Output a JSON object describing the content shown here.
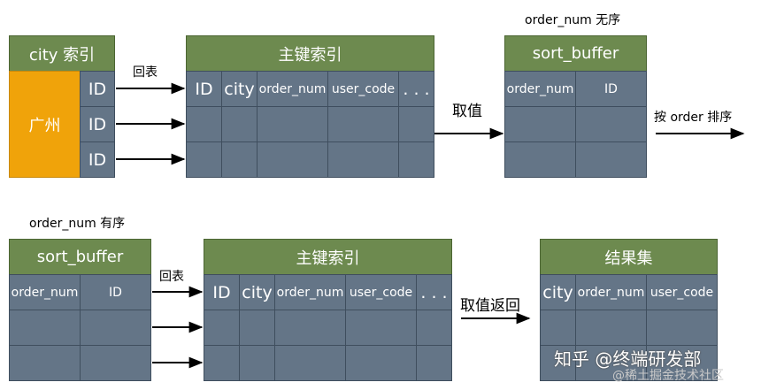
{
  "top": {
    "city_index": {
      "title": "city 索引",
      "value": "广州",
      "id_labels": [
        "ID",
        "ID",
        "ID"
      ]
    },
    "label_huibiao": "回表",
    "pk_index": {
      "title": "主键索引",
      "columns": [
        "ID",
        "city",
        "order_num",
        "user_code",
        ". . ."
      ]
    },
    "label_quzhi": "取值",
    "sort_buffer": {
      "note": "order_num 无序",
      "title": "sort_buffer",
      "columns": [
        "order_num",
        "ID"
      ]
    },
    "label_sort": "按 order 排序"
  },
  "bottom": {
    "sort_buffer": {
      "note": "order_num 有序",
      "title": "sort_buffer",
      "columns": [
        "order_num",
        "ID"
      ]
    },
    "label_huibiao": "回表",
    "pk_index": {
      "title": "主键索引",
      "columns": [
        "ID",
        "city",
        "order_num",
        "user_code",
        ". . ."
      ]
    },
    "label_return": "取值返回",
    "result": {
      "title": "结果集",
      "columns": [
        "city",
        "order_num",
        "user_code"
      ]
    }
  },
  "watermark": {
    "main": "知乎 @终端研发部",
    "sub": "@稀土掘金技术社区"
  },
  "colors": {
    "header": "#6d8a4f",
    "cell": "#647587",
    "highlight": "#f0a30a"
  }
}
